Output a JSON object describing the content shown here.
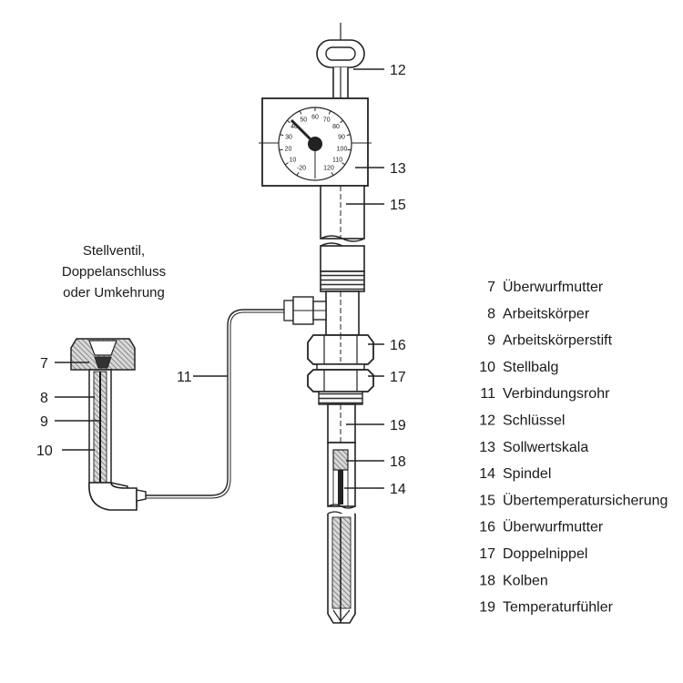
{
  "caption": [
    "Stellventil,",
    "Doppelanschluss",
    "oder Umkehrung"
  ],
  "callouts": {
    "c7": "7",
    "c8": "8",
    "c9": "9",
    "c10": "10",
    "c11": "11",
    "c12": "12",
    "c13": "13",
    "c14": "14",
    "c15": "15",
    "c16": "16",
    "c17": "17",
    "c18": "18",
    "c19": "19"
  },
  "dial": {
    "ticks": [
      "-20",
      "10",
      "20",
      "30",
      "40",
      "50",
      "60",
      "70",
      "80",
      "90",
      "100",
      "110",
      "120"
    ]
  },
  "legend": [
    {
      "num": "7",
      "label": "Überwurfmutter"
    },
    {
      "num": "8",
      "label": "Arbeitskörper"
    },
    {
      "num": "9",
      "label": "Arbeitskörperstift"
    },
    {
      "num": "10",
      "label": "Stellbalg"
    },
    {
      "num": "11",
      "label": "Verbindungsrohr"
    },
    {
      "num": "12",
      "label": "Schlüssel"
    },
    {
      "num": "13",
      "label": "Sollwertskala"
    },
    {
      "num": "14",
      "label": "Spindel"
    },
    {
      "num": "15",
      "label": "Übertemperatursicherung"
    },
    {
      "num": "16",
      "label": "Überwurfmutter"
    },
    {
      "num": "17",
      "label": "Doppelnippel"
    },
    {
      "num": "18",
      "label": "Kolben"
    },
    {
      "num": "19",
      "label": "Temperaturfühler"
    }
  ]
}
